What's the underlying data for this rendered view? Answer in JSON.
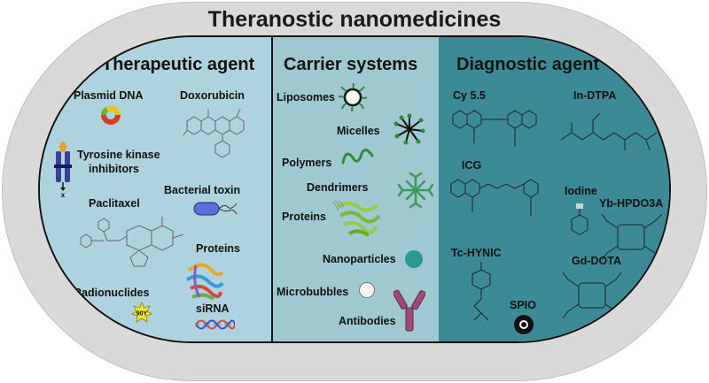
{
  "title": "Theranostic nanomedicines",
  "therapeutic": {
    "heading": "Therapeutic agent",
    "items": {
      "plasmid_dna": "Plasmid DNA",
      "doxorubicin": "Doxorubicin",
      "tki_line1": "Tyrosine kinase",
      "tki_line2": "inhibitors",
      "bacterial_toxin": "Bacterial toxin",
      "paclitaxel": "Paclitaxel",
      "proteins": "Proteins",
      "radionuclides": "Radionuclides",
      "sirna": "siRNA",
      "y90_badge": "90Y"
    }
  },
  "carrier": {
    "heading": "Carrier systems",
    "items": {
      "liposomes": "Liposomes",
      "micelles": "Micelles",
      "polymers": "Polymers",
      "dendrimers": "Dendrimers",
      "proteins": "Proteins",
      "nanoparticles": "Nanoparticles",
      "microbubbles": "Microbubbles",
      "antibodies": "Antibodies"
    }
  },
  "diagnostic": {
    "heading": "Diagnostic agent",
    "items": {
      "cy55": "Cy 5.5",
      "in_dtpa": "In-DTPA",
      "icg": "ICG",
      "iodine": "Iodine",
      "yb_hpdo3a": "Yb-HPDO3A",
      "tc_hynic": "Tc-HYNIC",
      "gd_dota": "Gd-DOTA",
      "spio": "SPIO"
    }
  },
  "colors": {
    "therapeutic_bg": "#aed3de",
    "carrier_bg": "#a0c8d1",
    "diagnostic_bg": "#3c8a96",
    "outer_bg": "#d9d9d9"
  }
}
